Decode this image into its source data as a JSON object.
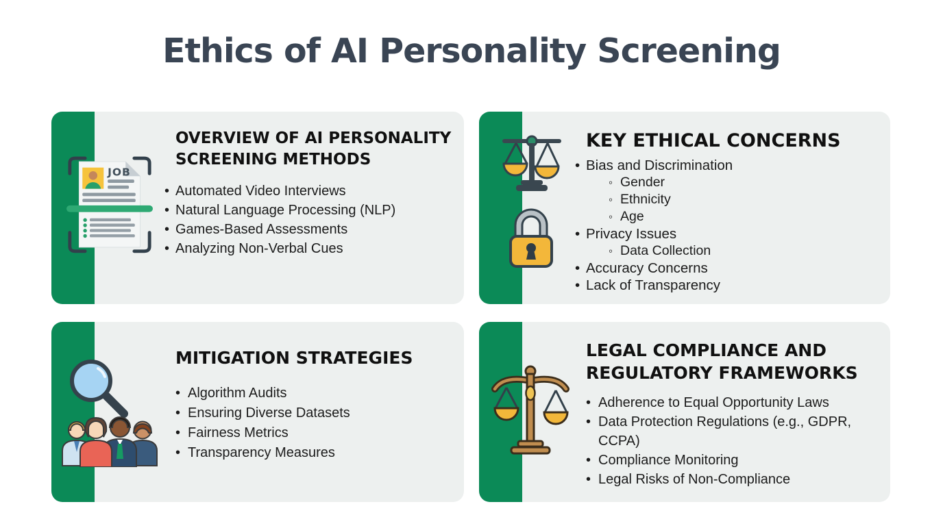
{
  "page": {
    "title": "Ethics of AI Personality Screening"
  },
  "colors": {
    "background": "#ffffff",
    "card_background": "#edf0ef",
    "stripe_green": "#0b8a57",
    "page_title_color": "#3a4554",
    "heading_color": "#101010",
    "body_text_color": "#1b1b1b",
    "accent_yellow": "#f3b73a",
    "icon_slate": "#33414b",
    "scan_green": "#2ea973",
    "lens_blue": "#a6d4f3",
    "wood_brown": "#c08d4f"
  },
  "cards": [
    {
      "id": "overview-methods",
      "icons": [
        "resume-scan-icon"
      ],
      "icon_label": "JOB",
      "title": "OVERVIEW OF AI PERSONALITY SCREENING METHODS",
      "bullets": [
        {
          "text": "Automated Video Interviews"
        },
        {
          "text": "Natural Language Processing (NLP)"
        },
        {
          "text": "Games-Based Assessments"
        },
        {
          "text": "Analyzing Non-Verbal Cues"
        }
      ]
    },
    {
      "id": "key-ethical-concerns",
      "icons": [
        "balance-scale-icon",
        "padlock-icon"
      ],
      "title": "KEY ETHICAL CONCERNS",
      "bullets": [
        {
          "text": "Bias and Discrimination",
          "sub": [
            "Gender",
            "Ethnicity",
            "Age"
          ]
        },
        {
          "text": "Privacy Issues",
          "sub": [
            "Data Collection"
          ]
        },
        {
          "text": "Accuracy Concerns"
        },
        {
          "text": "Lack of Transparency"
        }
      ]
    },
    {
      "id": "mitigation-strategies",
      "icons": [
        "magnifier-icon",
        "people-group-icon"
      ],
      "title": "MITIGATION STRATEGIES",
      "bullets": [
        {
          "text": "Algorithm Audits"
        },
        {
          "text": "Ensuring Diverse Datasets"
        },
        {
          "text": "Fairness Metrics"
        },
        {
          "text": "Transparency Measures"
        }
      ]
    },
    {
      "id": "legal-compliance",
      "icons": [
        "justice-scale-icon"
      ],
      "title": "LEGAL COMPLIANCE AND REGULATORY FRAMEWORKS",
      "bullets": [
        {
          "text": "Adherence to Equal Opportunity Laws"
        },
        {
          "text": "Data Protection Regulations (e.g., GDPR, CCPA)"
        },
        {
          "text": "Compliance Monitoring"
        },
        {
          "text": "Legal Risks of Non-Compliance"
        }
      ]
    }
  ]
}
